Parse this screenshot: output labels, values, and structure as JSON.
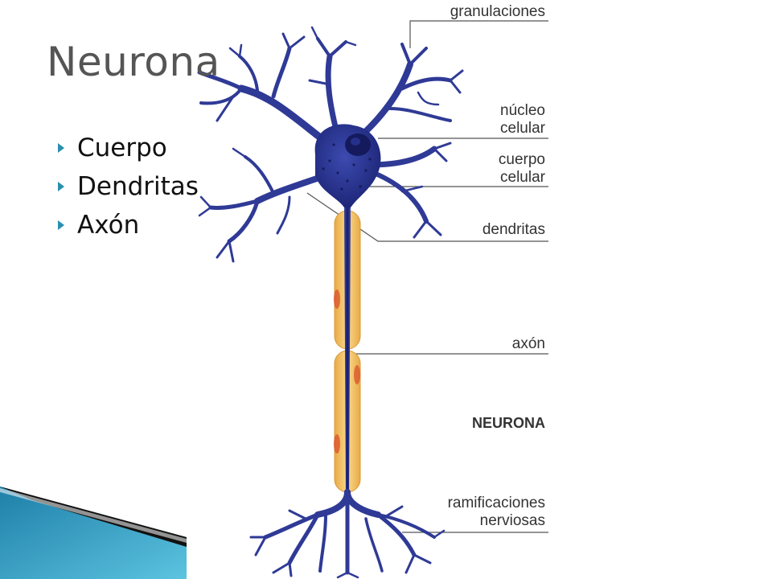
{
  "title": "Neurona",
  "bullets": [
    "Cuerpo",
    "Dendritas",
    "Axón"
  ],
  "labels": {
    "granulaciones": "granulaciones",
    "nucleo_line1": "núcleo",
    "nucleo_line2": "celular",
    "cuerpo_line1": "cuerpo",
    "cuerpo_line2": "celular",
    "dendritas": "dendritas",
    "axon": "axón",
    "neurona": "NEURONA",
    "ramif_line1": "ramificaciones",
    "ramif_line2": "nerviosas"
  },
  "colors": {
    "neuron_blue": "#2f3a96",
    "neuron_dark": "#1a2270",
    "myelin": "#f0c264",
    "title": "#555555",
    "bullet_accent": "#2a8fb0"
  }
}
